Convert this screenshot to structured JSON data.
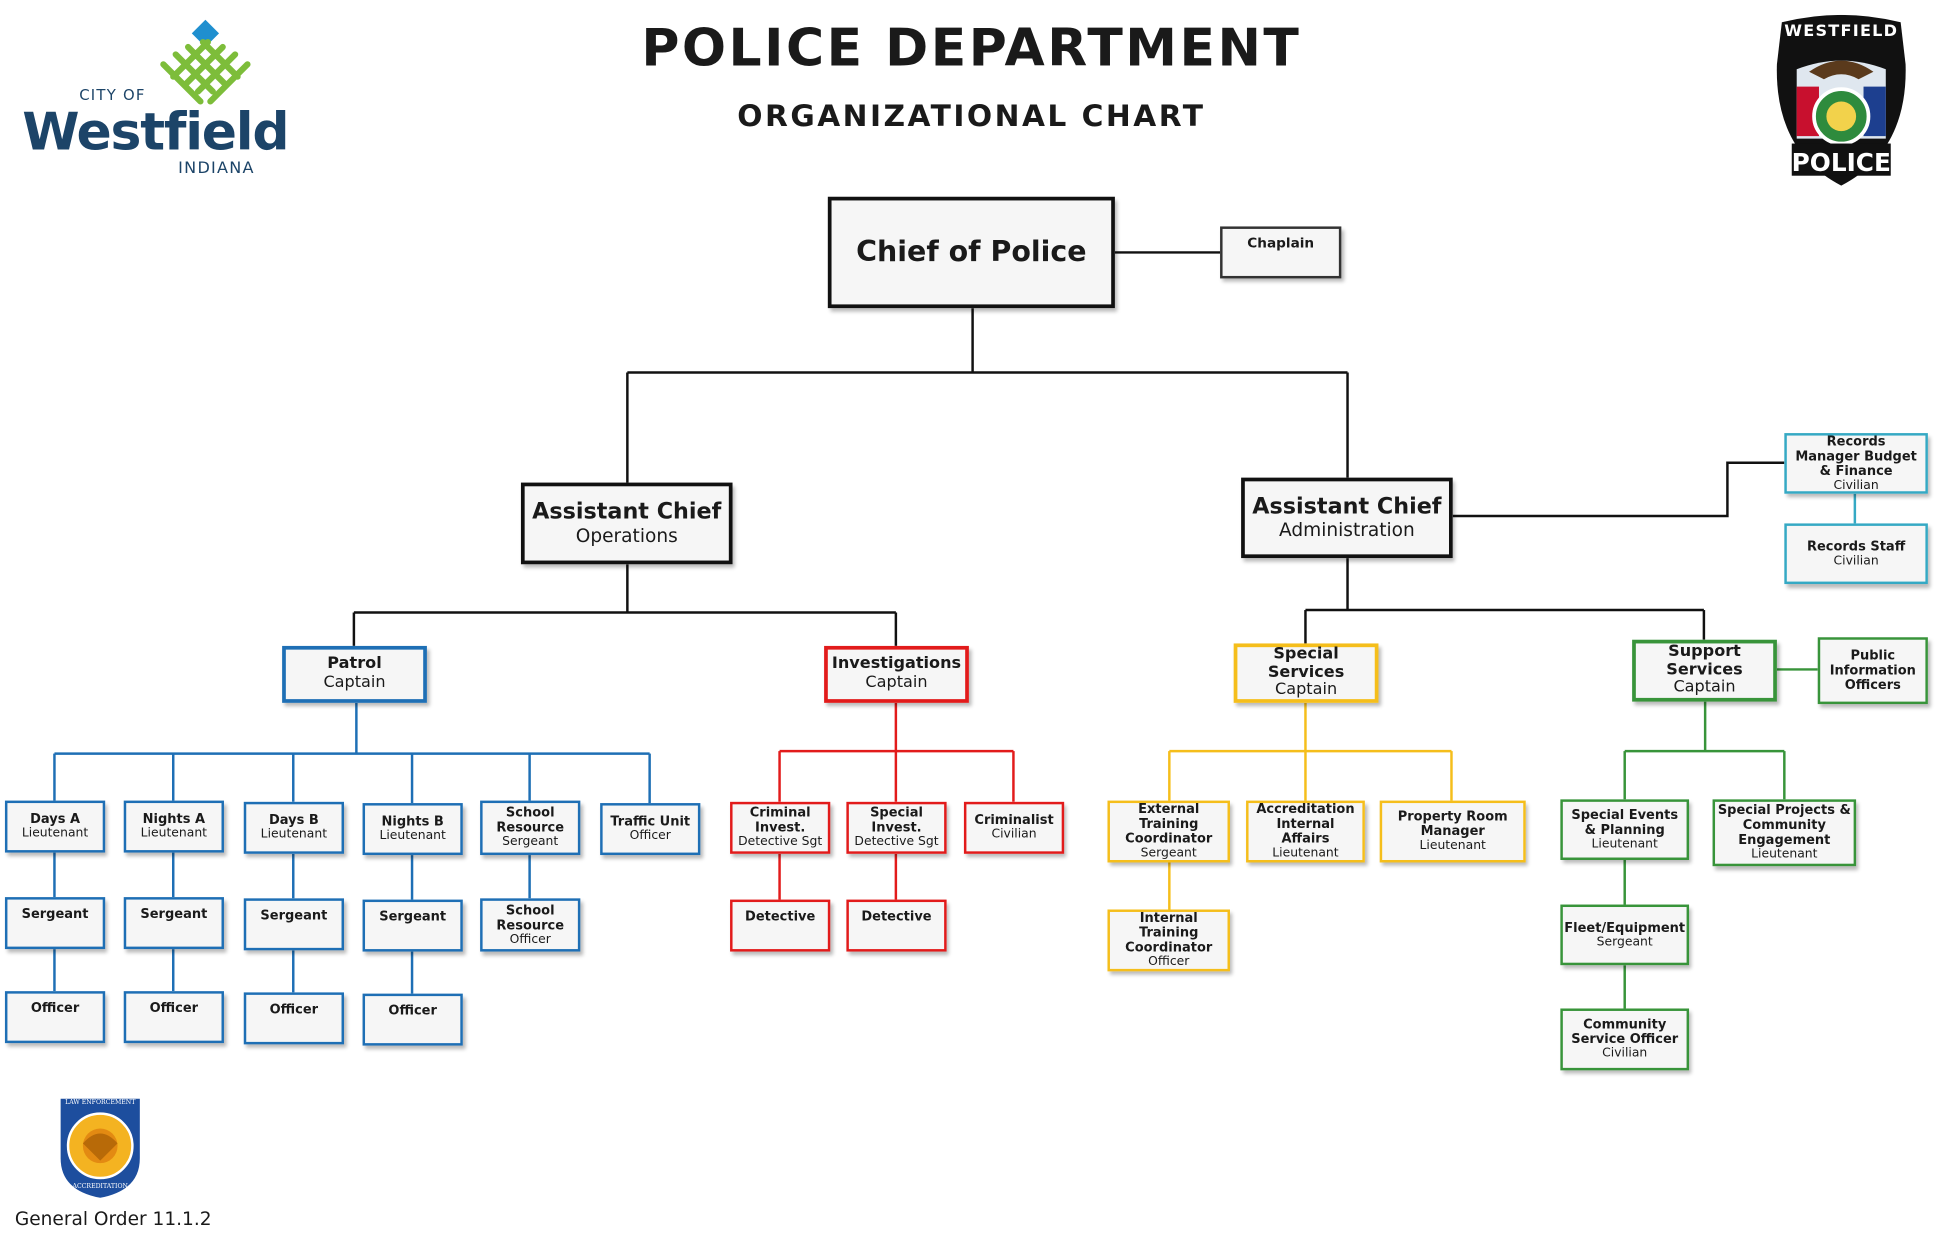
{
  "header": {
    "title": "POLICE DEPARTMENT",
    "subtitle": "ORGANIZATIONAL CHART"
  },
  "logo_city": {
    "line1": "CITY OF",
    "line2": "Westfield",
    "line3": "INDIANA"
  },
  "badge": {
    "top_text": "WESTFIELD",
    "bottom_text": "POLICE"
  },
  "chart": {
    "chief": {
      "title": "Chief of Police"
    },
    "chaplain": {
      "title": "Chaplain"
    },
    "ops_chief": {
      "title": "Assistant Chief",
      "sub": "Operations"
    },
    "admin_chief": {
      "title": "Assistant Chief",
      "sub": "Administration"
    },
    "records_manager": {
      "title": "Records Manager Budget & Finance",
      "sub": "Civilian"
    },
    "records_staff": {
      "title": "Records Staff",
      "sub": "Civilian"
    },
    "patrol": {
      "title": "Patrol",
      "sub": "Captain"
    },
    "investigations": {
      "title": "Investigations",
      "sub": "Captain"
    },
    "special_services": {
      "title": "Special Services",
      "sub": "Captain"
    },
    "support_services": {
      "title": "Support Services",
      "sub": "Captain"
    },
    "pio": {
      "title": "Public Information Officers"
    },
    "patrol_units": [
      {
        "title": "Days A",
        "sub": "Lieutenant"
      },
      {
        "title": "Nights A",
        "sub": "Lieutenant"
      },
      {
        "title": "Days B",
        "sub": "Lieutenant"
      },
      {
        "title": "Nights B",
        "sub": "Lieutenant"
      },
      {
        "title": "School Resource",
        "sub": "Sergeant"
      },
      {
        "title": "Traffic Unit",
        "sub": "Officer"
      }
    ],
    "patrol_sergeants": [
      {
        "title": "Sergeant"
      },
      {
        "title": "Sergeant"
      },
      {
        "title": "Sergeant"
      },
      {
        "title": "Sergeant"
      }
    ],
    "patrol_officers": [
      {
        "title": "Officer"
      },
      {
        "title": "Officer"
      },
      {
        "title": "Officer"
      },
      {
        "title": "Officer"
      }
    ],
    "school_resource_officer": {
      "title": "School Resource",
      "sub": "Officer"
    },
    "inv_units": [
      {
        "title": "Criminal Invest.",
        "sub": "Detective Sgt"
      },
      {
        "title": "Special Invest.",
        "sub": "Detective Sgt"
      },
      {
        "title": "Criminalist",
        "sub": "Civilian"
      }
    ],
    "detectives": [
      {
        "title": "Detective"
      },
      {
        "title": "Detective"
      }
    ],
    "special_units": [
      {
        "title": "External Training Coordinator",
        "sub": "Sergeant"
      },
      {
        "title": "Accreditation Internal Affairs",
        "sub": "Lieutenant"
      },
      {
        "title": "Property Room Manager",
        "sub": "Lieutenant"
      }
    ],
    "internal_training": {
      "title": "Internal Training Coordinator",
      "sub": "Officer"
    },
    "support_units": [
      {
        "title": "Special Events & Planning",
        "sub": "Lieutenant"
      },
      {
        "title": "Special Projects & Community Engagement",
        "sub": "Lieutenant"
      }
    ],
    "fleet": {
      "title": "Fleet/Equipment",
      "sub": "Sergeant"
    },
    "cso": {
      "title": "Community Service Officer",
      "sub": "Civilian"
    }
  },
  "accreditation_seal": {
    "top_text": "LAW ENFORCEMENT",
    "bottom_text": "ACCREDITATION"
  },
  "footer": {
    "text": "General Order 11.1.2"
  },
  "colors": {
    "patrol": "#1e6fb5",
    "investigations": "#e21b1b",
    "special_services": "#f5be1b",
    "support_services": "#38943a",
    "administration": "#35a9c4",
    "leadership": "#111111"
  }
}
